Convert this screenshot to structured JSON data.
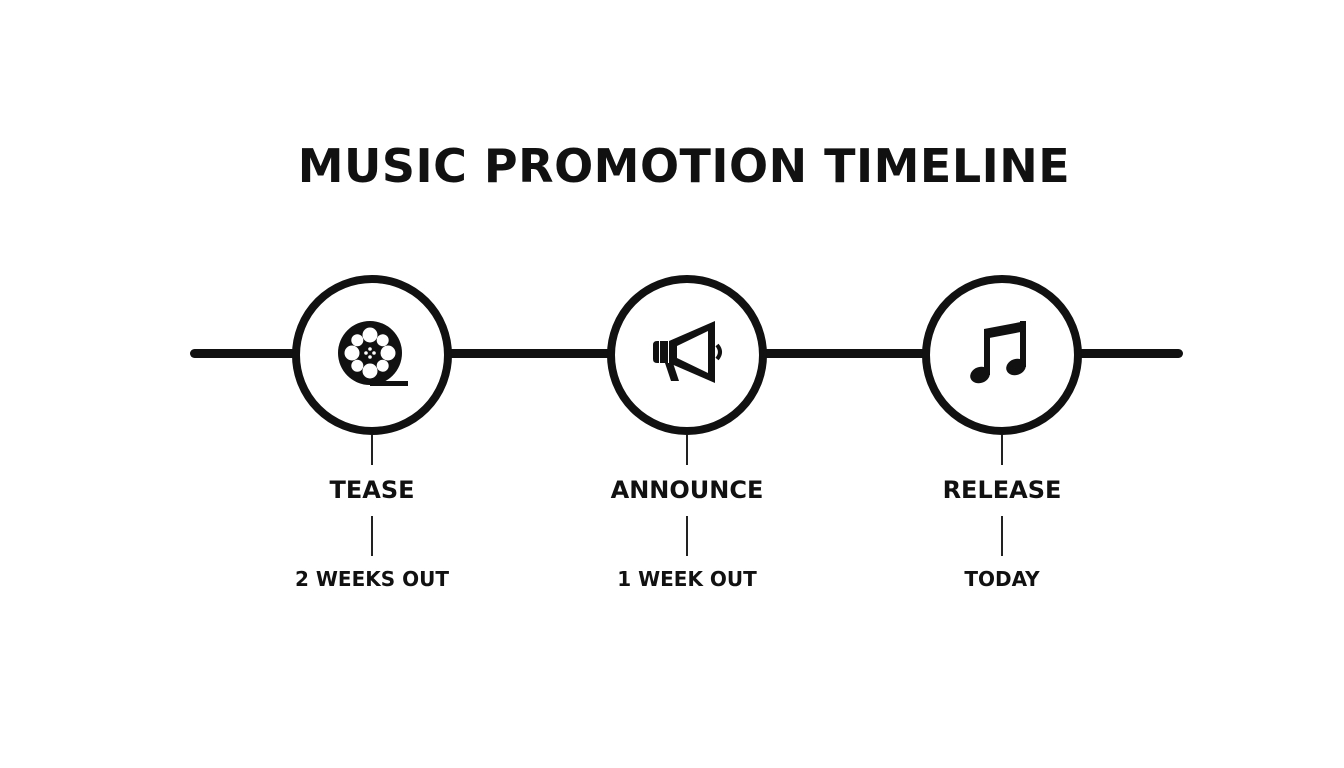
{
  "title": "MUSIC PROMOTION TIMELINE",
  "milestones": [
    {
      "stage": "TEASE",
      "when": "2 WEEKS OUT",
      "icon": "film-reel-icon"
    },
    {
      "stage": "ANNOUNCE",
      "when": "1 WEEK OUT",
      "icon": "megaphone-icon"
    },
    {
      "stage": "RELEASE",
      "when": "TODAY",
      "icon": "music-note-icon"
    }
  ],
  "colors": {
    "ink": "#111111",
    "background": "#ffffff"
  }
}
